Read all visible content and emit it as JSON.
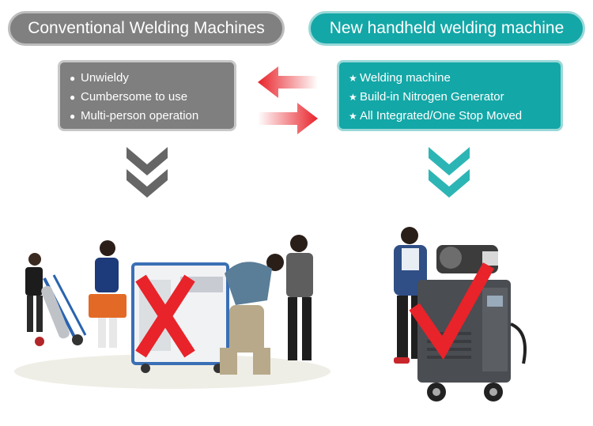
{
  "left_panel": {
    "title": "Conventional Welding Machines",
    "items": [
      "Unwieldy",
      "Cumbersome to use",
      "Multi-person operation"
    ],
    "bullet_icon": "dot-icon",
    "color": "#808080"
  },
  "right_panel": {
    "title": "New handheld welding machine",
    "items": [
      "Welding machine",
      "Build-in Nitrogen Generator",
      "All Integrated/One Stop Moved"
    ],
    "bullet_icon": "star-icon",
    "color": "#14a7a7"
  },
  "marks": {
    "wrong": "cross-mark-icon",
    "right": "check-mark-icon",
    "mark_color": "#e8232a"
  }
}
